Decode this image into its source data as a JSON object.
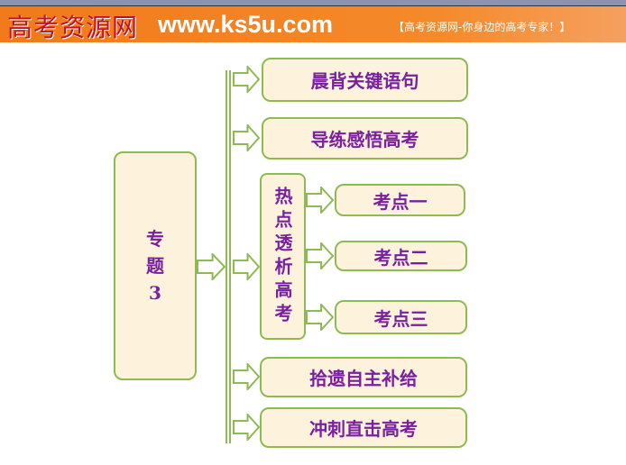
{
  "header": {
    "logo": "高考资源网",
    "url": "www.ks5u.com",
    "slogan": "【高考资源网-你身边的高考专家！】"
  },
  "main": {
    "label_line1": "专",
    "label_line2": "题",
    "label_line3": "3"
  },
  "items": [
    "晨背关键语句",
    "导练感悟高考",
    "拾遗自主补给",
    "冲刺直击高考"
  ],
  "hot": {
    "label": "热点透析高考",
    "sub": [
      "考点一",
      "考点二",
      "考点三"
    ]
  },
  "colors": {
    "accent": "#8dbb52",
    "text": "#7a1fa0",
    "header": "#f07a1c"
  }
}
